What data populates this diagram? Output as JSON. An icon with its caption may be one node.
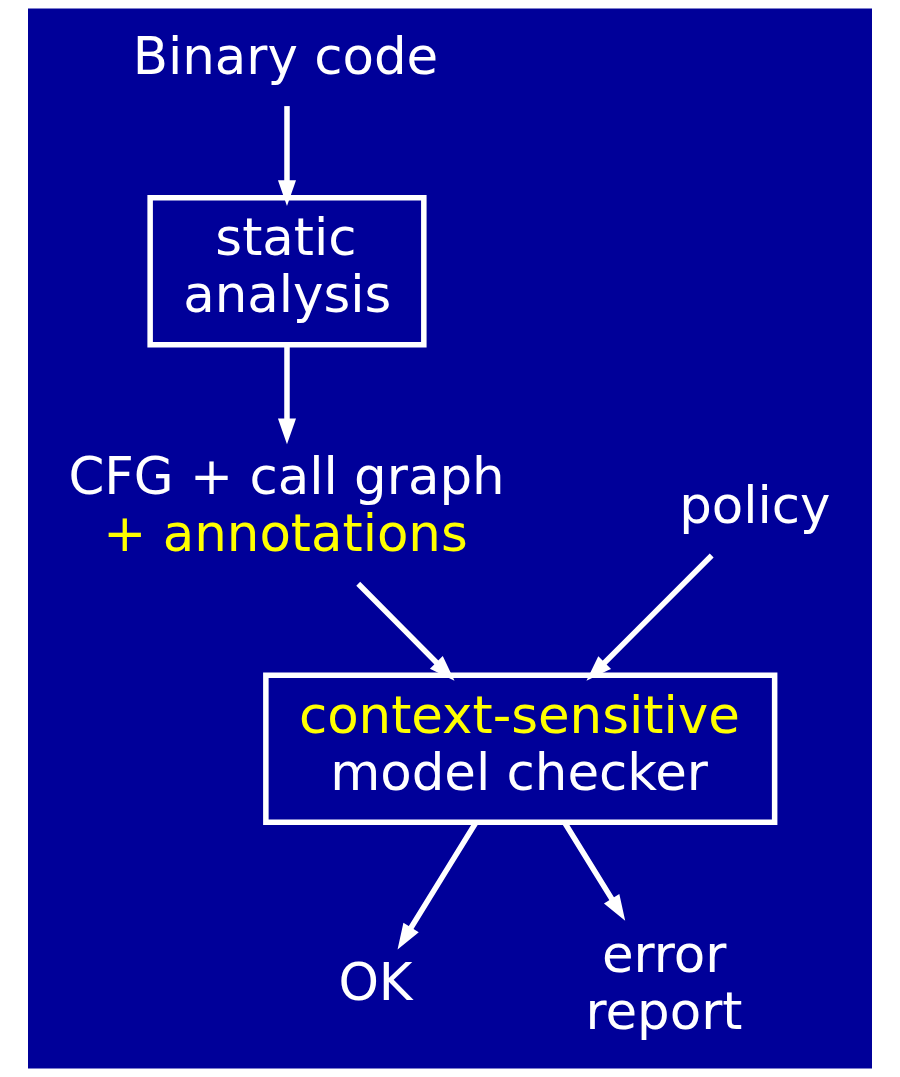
{
  "diagram": {
    "nodes": [
      {
        "text": [
          "Binary code"
        ]
      },
      {
        "text": [
          "static analysis"
        ]
      },
      {
        "text": [
          "CFG + call graph",
          "+ annotations"
        ]
      },
      {
        "text": [
          "policy"
        ]
      },
      {
        "text": [
          "context-sensitive",
          "model checker"
        ]
      },
      {
        "text": [
          "OK"
        ]
      },
      {
        "text": [
          "error report"
        ]
      }
    ],
    "edges": [
      {
        "from": 0,
        "to": 1,
        "arrow": "to"
      },
      {
        "from": 1,
        "to": 2,
        "arrow": "to"
      },
      {
        "from": 2,
        "to": 4,
        "arrow": "to"
      },
      {
        "from": 3,
        "to": 4,
        "arrow": "to"
      },
      {
        "from": 4,
        "to": 5,
        "arrow": "to"
      },
      {
        "from": 4,
        "to": 6,
        "arrow": "to"
      }
    ]
  }
}
